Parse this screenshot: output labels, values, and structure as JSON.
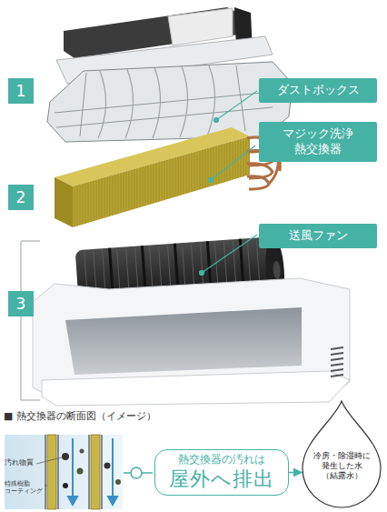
{
  "diagram": {
    "nodes": [
      {
        "text": [
          "1"
        ]
      },
      {
        "text": [
          "ダストボックス"
        ]
      },
      {
        "text": [
          "マジック洗浄 熱交換器"
        ]
      },
      {
        "text": [
          "2"
        ]
      },
      {
        "text": [
          "送風ファン"
        ]
      },
      {
        "text": [
          "3"
        ]
      },
      {
        "text": [
          "熱交換器の汚れは",
          "屋外へ排出"
        ]
      },
      {
        "text": [
          "冷房・除湿時に 発生した水 （結露水）"
        ]
      }
    ],
    "edges": [
      {
        "from": 6,
        "to": 7,
        "arrow": "to"
      }
    ],
    "labels": [
      "■ 熱交換器の断面図（イメージ）",
      "汚れ物質",
      "特殊樹脂 コーティング"
    ]
  }
}
